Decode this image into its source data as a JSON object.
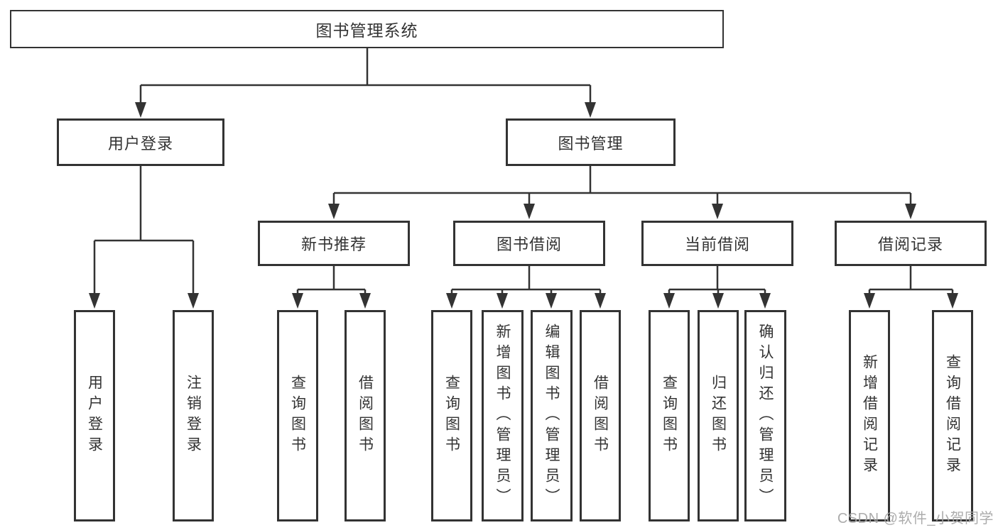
{
  "tree": {
    "label": "图书管理系统",
    "children": [
      {
        "label": "用户登录",
        "children": [
          {
            "label": "用户登录"
          },
          {
            "label": "注销登录"
          }
        ]
      },
      {
        "label": "图书管理",
        "children": [
          {
            "label": "新书推荐",
            "children": [
              {
                "label": "查询图书"
              },
              {
                "label": "借阅图书"
              }
            ]
          },
          {
            "label": "图书借阅",
            "children": [
              {
                "label": "查询图书"
              },
              {
                "label": "新增图书（管理员）"
              },
              {
                "label": "编辑图书（管理员）"
              },
              {
                "label": "借阅图书"
              }
            ]
          },
          {
            "label": "当前借阅",
            "children": [
              {
                "label": "查询图书"
              },
              {
                "label": "归还图书"
              },
              {
                "label": "确认归还（管理员）"
              }
            ]
          },
          {
            "label": "借阅记录",
            "children": [
              {
                "label": "新增借阅记录"
              },
              {
                "label": "查询借阅记录"
              }
            ]
          }
        ]
      }
    ]
  },
  "watermark": {
    "text": "CSDN @软件_小贺同学"
  },
  "colors": {
    "line": "#333333",
    "text": "#333333",
    "watermark": "#a6a6a6",
    "background": "#ffffff"
  }
}
